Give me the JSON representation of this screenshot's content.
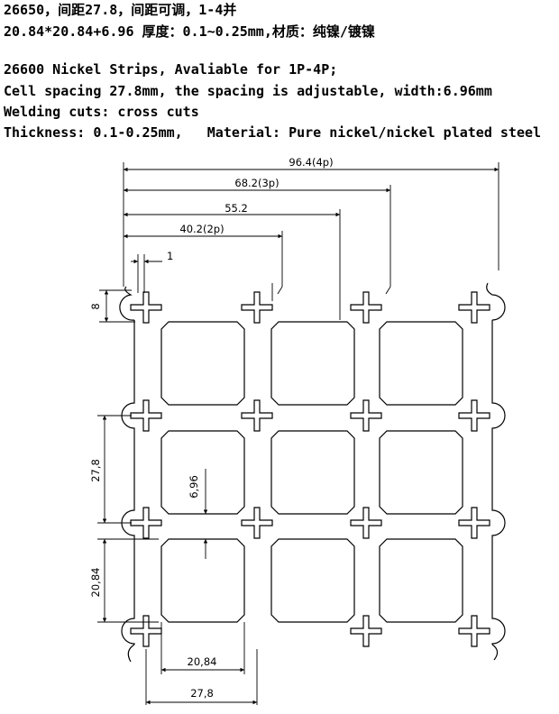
{
  "header": {
    "line1": "26650，间距27.8，间距可调，1-4并",
    "line2": "20.84*20.84+6.96 厚度：0.1~0.25mm,材质：纯镍/镀镍",
    "line3": "26600 Nickel Strips, Avaliable for 1P-4P;",
    "line4": "Cell spacing 27.8mm, the spacing is adjustable, width:6.96mm",
    "line5": "Welding cuts: cross cuts",
    "line6": "Thickness: 0.1-0.25mm,   Material: Pure nickel/nickel plated steel"
  },
  "dimensions": {
    "total_4p": "96.4(4p)",
    "total_3p": "68.2(3p)",
    "d55": "55.2",
    "total_2p": "40.2(2p)",
    "slot": "1",
    "tab": "8",
    "pitch_v": "27,8",
    "width": "6,96",
    "pad_v": "20,84",
    "pad_h": "20,84",
    "pitch_h": "27,8"
  }
}
